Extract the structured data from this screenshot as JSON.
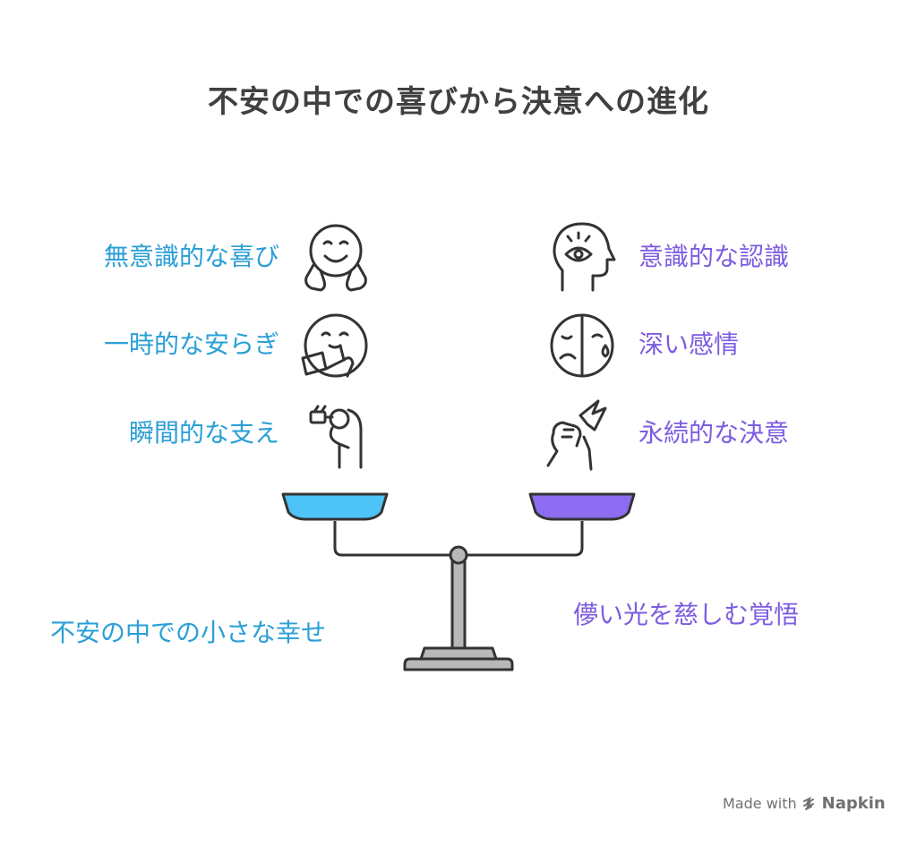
{
  "title": "不安の中での喜びから決意への進化",
  "left_items": [
    "無意識的な喜び",
    "一時的な安らぎ",
    "瞬間的な支え"
  ],
  "right_items": [
    "意識的な認識",
    "深い感情",
    "永続的な決意"
  ],
  "left_summary": "不安の中での小さな幸せ",
  "right_summary": "儚い光を慈しむ覚悟",
  "left_icons": [
    "happy-face-hands-icon",
    "face-with-book-icon",
    "hand-holding-plug-icon"
  ],
  "right_icons": [
    "head-with-eye-icon",
    "half-sad-face-icon",
    "fist-lightning-icon"
  ],
  "colors": {
    "left_accent": "#2a9fd6",
    "right_accent": "#7c5ce0",
    "left_pan": "#4ec3f5",
    "right_pan": "#8c6cf0"
  },
  "footer": {
    "made_with": "Made with",
    "brand": "Napkin"
  }
}
